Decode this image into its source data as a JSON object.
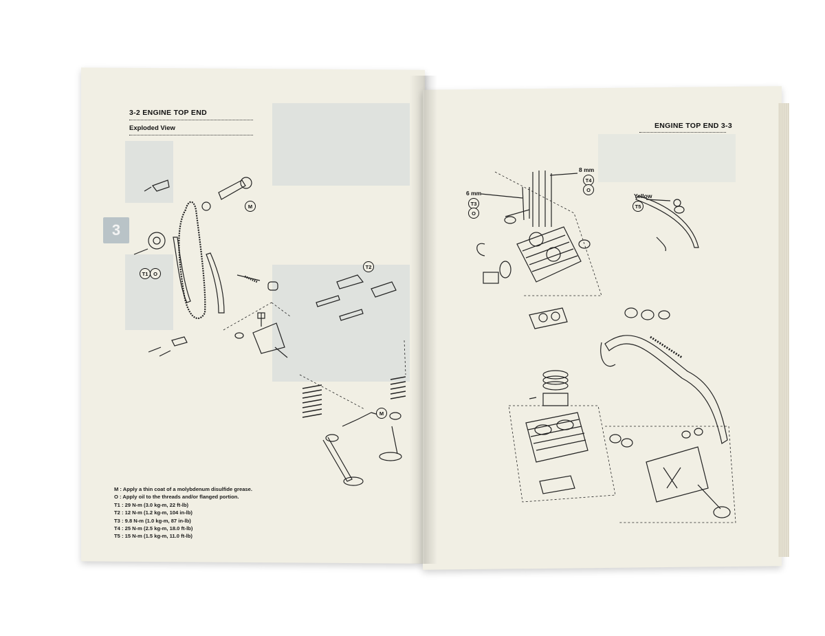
{
  "left_page": {
    "header": "3-2 ENGINE TOP END",
    "subheader": "Exploded View",
    "section_tab": "3",
    "callouts": [
      "M",
      "T1",
      "O",
      "T2",
      "M"
    ],
    "legend": [
      "M : Apply a thin coat of a molybdenum disulfide grease.",
      "O : Apply oil to the threads and/or flanged portion.",
      "T1 : 29 N-m (3.0 kg-m, 22 ft-lb)",
      "T2 : 12 N-m (1.2 kg-m, 104 in-lb)",
      "T3 : 9.8 N-m (1.0 kg-m, 87 in-lb)",
      "T4 : 25 N-m (2.5 kg-m, 18.0 ft-lb)",
      "T5 : 15 N-m (1.5 kg-m, 11.0 ft-lb)"
    ]
  },
  "right_page": {
    "header": "ENGINE TOP END 3-3",
    "labels": {
      "mm8": "8 mm",
      "mm6": "6 mm",
      "yellow": "Yellow"
    },
    "callouts": [
      "T4",
      "O",
      "T3",
      "O",
      "T5"
    ]
  },
  "colors": {
    "paper": "#f1efe4",
    "ink": "#111111",
    "bleed": "#c9d2d6"
  }
}
